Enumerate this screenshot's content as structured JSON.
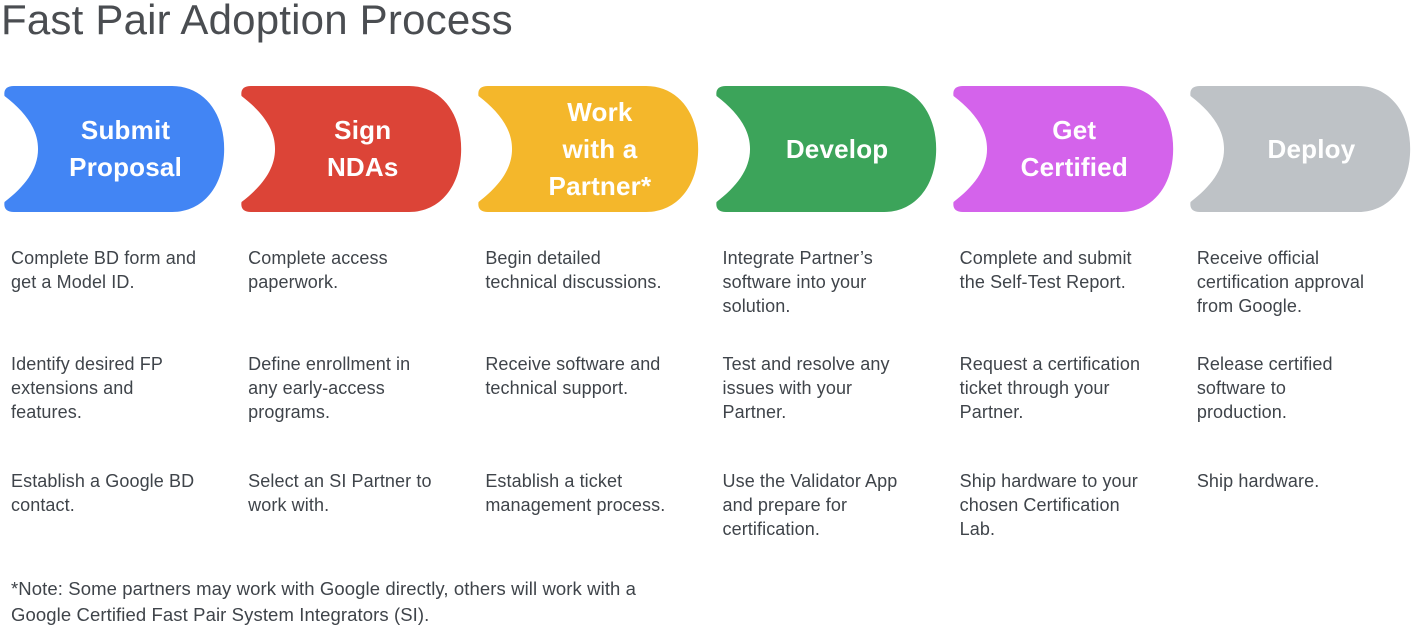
{
  "page": {
    "title": "Fast Pair Adoption Process"
  },
  "steps": [
    {
      "label": "Submit\nProposal",
      "color": "#4285F4",
      "items": [
        "Complete BD form and\nget a Model ID.",
        "Identify desired FP\nextensions and\nfeatures.",
        "Establish a Google BD\ncontact."
      ]
    },
    {
      "label": "Sign\nNDAs",
      "color": "#DC4437",
      "items": [
        "Complete access\npaperwork.",
        "Define enrollment in\nany early-access\nprograms.",
        "Select an SI Partner to\nwork with."
      ]
    },
    {
      "label": "Work\nwith a\nPartner*",
      "color": "#F4B72B",
      "items": [
        "Begin detailed\ntechnical discussions.",
        "Receive software and\ntechnical support.",
        "Establish a ticket\nmanagement process."
      ]
    },
    {
      "label": "Develop",
      "color": "#3CA45A",
      "items": [
        "Integrate Partner’s\nsoftware into your\nsolution.",
        "Test and resolve any\nissues with your\nPartner.",
        "Use the Validator App\nand prepare for\ncertification."
      ]
    },
    {
      "label": "Get\nCertified",
      "color": "#D463EB",
      "items": [
        "Complete and submit\nthe Self-Test Report.",
        "Request a certification\nticket through your\nPartner.",
        "Ship hardware to your\nchosen Certification\nLab."
      ]
    },
    {
      "label": "Deploy",
      "color": "#BEC2C6",
      "items": [
        "Receive official\ncertification approval\nfrom Google.",
        "Release certified\nsoftware to\nproduction.",
        "Ship hardware."
      ]
    }
  ],
  "note": "*Note: Some partners may work with Google directly, others will work with a\nGoogle Certified Fast Pair System Integrators (SI)."
}
